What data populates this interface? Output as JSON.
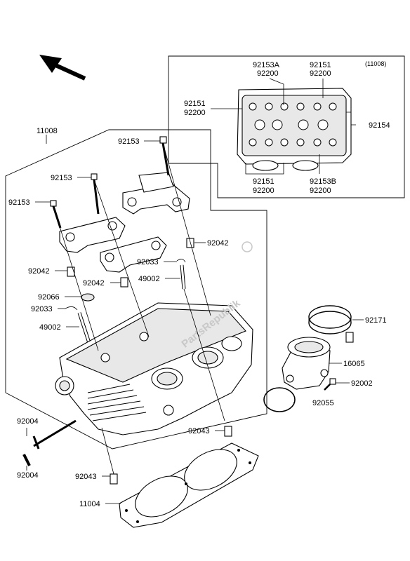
{
  "figure": {
    "inset_tag": "(11008)",
    "watermark": "PartsRepublik",
    "labels": {
      "l11008": "11008",
      "l92153_a": "92153",
      "l92153_b": "92153",
      "l92153_c": "92153",
      "l92042_a": "92042",
      "l92042_b": "92042",
      "l92042_c": "92042",
      "l92033_a": "92033",
      "l92033_b": "92033",
      "l49002_a": "49002",
      "l49002_b": "49002",
      "l92066": "92066",
      "l92171": "92171",
      "l16065": "16065",
      "l92002": "92002",
      "l92055": "92055",
      "l92043_a": "92043",
      "l92043_b": "92043",
      "l92004_a": "92004",
      "l92004_b": "92004",
      "l11004": "11004",
      "in_92153A": "92153A",
      "in_92200_a": "92200",
      "in_92151_a": "92151",
      "in_92200_b": "92200",
      "in_92151_b": "92151",
      "in_92200_c": "92200",
      "in_92154": "92154",
      "in_92151_c": "92151",
      "in_92200_d": "92200",
      "in_92153B": "92153B",
      "in_92200_e": "92200"
    }
  },
  "colors": {
    "line": "#000000",
    "background": "#ffffff",
    "watermark": "#c8c8c8"
  }
}
